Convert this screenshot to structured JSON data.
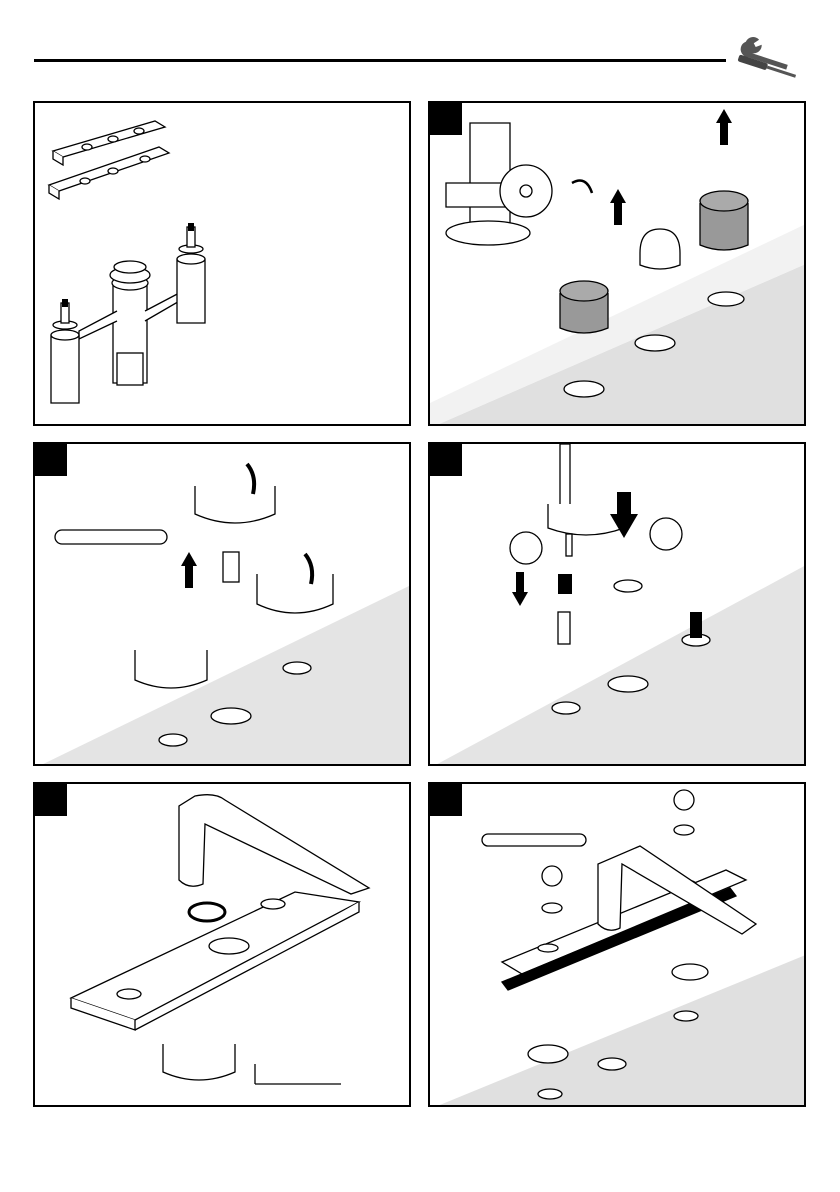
{
  "header": {
    "icon": "wrench-screwdriver-icon"
  },
  "panels": [
    {
      "id": "p1",
      "tab": false,
      "content": "rough-in-valve-and-gaskets"
    },
    {
      "id": "p2",
      "tab": true,
      "content": "shut-off-water-remove-caps"
    },
    {
      "id": "p3",
      "tab": true,
      "content": "unscrew-flow-inserts-with-wrench"
    },
    {
      "id": "p4",
      "tab": true,
      "content": "install-spindle-adapters-with-screwdriver"
    },
    {
      "id": "p5",
      "tab": true,
      "content": "assemble-spout-and-base-plate-with-allen-key"
    },
    {
      "id": "p6",
      "tab": true,
      "content": "mount-spout-on-deck-with-nuts"
    }
  ],
  "colors": {
    "ink": "#000000",
    "deck": "#dcdcdc",
    "cap": "#9a9a9a"
  }
}
